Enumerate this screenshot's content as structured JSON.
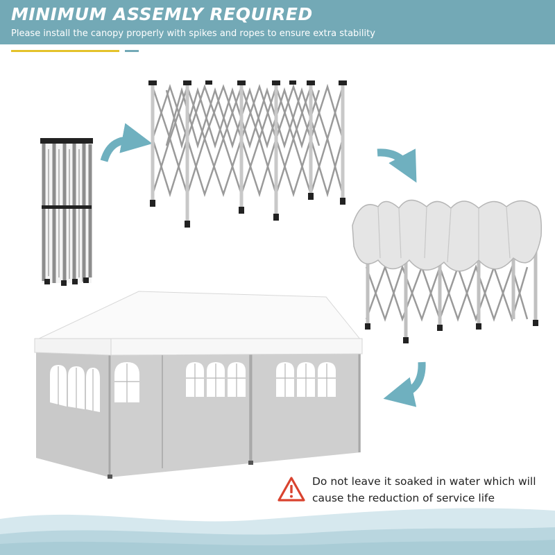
{
  "header": {
    "title": "MINIMUM ASSEMLY REQUIRED",
    "subtitle": "Please install the canopy properly with spikes and ropes to ensure extra stability"
  },
  "steps": [
    {
      "name": "folded-frame"
    },
    {
      "name": "expanded-frame"
    },
    {
      "name": "frame-with-canopy"
    },
    {
      "name": "assembled-tent-with-sidewalls"
    }
  ],
  "warning": {
    "icon": "warning-triangle-icon",
    "text": "Do not leave it soaked in water which will cause the reduction of service life"
  },
  "colors": {
    "banner": "#73a9b6",
    "accent_yellow": "#e4c22a",
    "arrow": "#6fb0bf",
    "warning_red": "#d9432f",
    "wave_light": "#d6e8ee",
    "wave_dark": "#b9d6df"
  }
}
